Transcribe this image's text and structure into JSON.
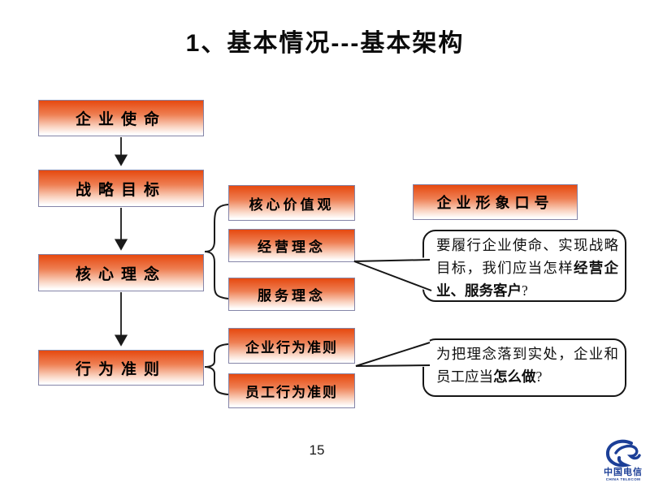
{
  "slide": {
    "title": "1、基本情况---基本架构",
    "page_number": "15"
  },
  "diagram": {
    "left_boxes": [
      {
        "label": "企业使命"
      },
      {
        "label": "战略目标"
      },
      {
        "label": "核心理念"
      },
      {
        "label": "行为准则"
      }
    ],
    "concept_boxes": [
      {
        "label": "核心价值观"
      },
      {
        "label": "经营理念"
      },
      {
        "label": "服务理念"
      }
    ],
    "conduct_boxes": [
      {
        "label": "企业行为准则"
      },
      {
        "label": "员工行为准则"
      }
    ],
    "slogan_box": {
      "label": "企业形象口号"
    },
    "callouts": [
      {
        "segments": [
          {
            "text": "要履行企业使命、实现战略目标，我们应当怎样",
            "bold": false
          },
          {
            "text": "经营企业、服务客户",
            "bold": true
          },
          {
            "text": "?",
            "bold": false
          }
        ]
      },
      {
        "segments": [
          {
            "text": "为把理念落到实处，企业和员工应当",
            "bold": false
          },
          {
            "text": "怎么做",
            "bold": true
          },
          {
            "text": "?",
            "bold": false
          }
        ]
      }
    ]
  },
  "logo": {
    "text_cn": "中国电信",
    "text_en": "CHINA TELECOM",
    "color": "#1c3f97"
  },
  "colors": {
    "box_gradient_top": "#e6490f",
    "box_border": "#8585a8",
    "connector": "#1a1a1a"
  }
}
